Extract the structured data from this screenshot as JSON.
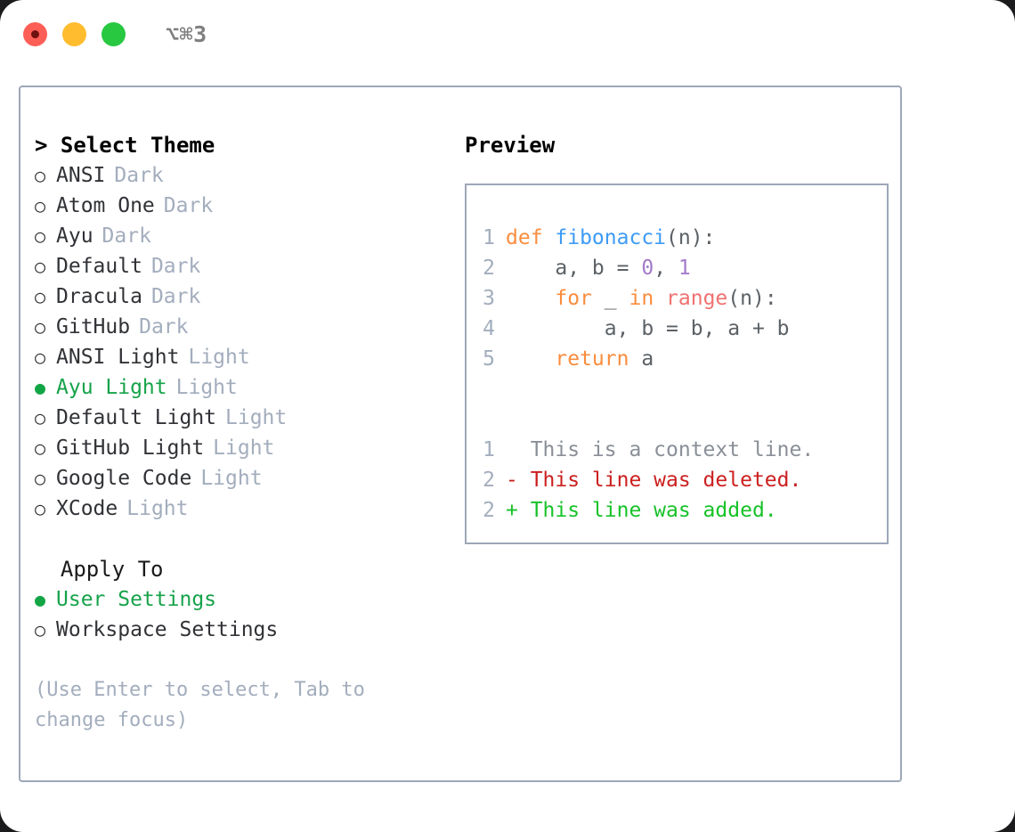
{
  "titlebar": {
    "shortcut": "⌥⌘3",
    "lights": [
      {
        "name": "close",
        "color": "#fd5f57"
      },
      {
        "name": "minimize",
        "color": "#febc2e"
      },
      {
        "name": "maximize",
        "color": "#28c840"
      }
    ]
  },
  "theme_section": {
    "title": "> Select Theme",
    "options": [
      {
        "label": "ANSI",
        "tag": "Dark",
        "marker": "○",
        "selected": false
      },
      {
        "label": "Atom One",
        "tag": "Dark",
        "marker": "○",
        "selected": false
      },
      {
        "label": "Ayu",
        "tag": "Dark",
        "marker": "○",
        "selected": false
      },
      {
        "label": "Default",
        "tag": "Dark",
        "marker": "○",
        "selected": false
      },
      {
        "label": "Dracula",
        "tag": "Dark",
        "marker": "○",
        "selected": false
      },
      {
        "label": "GitHub",
        "tag": "Dark",
        "marker": "○",
        "selected": false
      },
      {
        "label": "ANSI Light",
        "tag": "Light",
        "marker": "○",
        "selected": false
      },
      {
        "label": "Ayu Light",
        "tag": "Light",
        "marker": "●",
        "selected": true
      },
      {
        "label": "Default Light",
        "tag": "Light",
        "marker": "○",
        "selected": false
      },
      {
        "label": "GitHub Light",
        "tag": "Light",
        "marker": "○",
        "selected": false
      },
      {
        "label": "Google Code",
        "tag": "Light",
        "marker": "○",
        "selected": false
      },
      {
        "label": "XCode",
        "tag": "Light",
        "marker": "○",
        "selected": false
      }
    ]
  },
  "apply_section": {
    "title": "  Apply To",
    "options": [
      {
        "label": "User Settings",
        "marker": "●",
        "selected": true
      },
      {
        "label": "Workspace Settings",
        "marker": "○",
        "selected": false
      }
    ]
  },
  "hint": "(Use Enter to select, Tab to change focus)",
  "preview": {
    "title": "Preview",
    "code_lines": [
      {
        "no": "1",
        "tokens": [
          {
            "t": "def ",
            "c": "tok-kw"
          },
          {
            "t": "fibonacci",
            "c": "tok-fn"
          },
          {
            "t": "(n):",
            "c": "tok-punc"
          }
        ]
      },
      {
        "no": "2",
        "tokens": [
          {
            "t": "    a, b = ",
            "c": "tok-plain"
          },
          {
            "t": "0",
            "c": "tok-num"
          },
          {
            "t": ", ",
            "c": "tok-plain"
          },
          {
            "t": "1",
            "c": "tok-num"
          }
        ]
      },
      {
        "no": "3",
        "tokens": [
          {
            "t": "    ",
            "c": "tok-plain"
          },
          {
            "t": "for",
            "c": "tok-kw"
          },
          {
            "t": " _ ",
            "c": "tok-plain"
          },
          {
            "t": "in",
            "c": "tok-kw"
          },
          {
            "t": " ",
            "c": "tok-plain"
          },
          {
            "t": "range",
            "c": "tok-built"
          },
          {
            "t": "(n):",
            "c": "tok-punc"
          }
        ]
      },
      {
        "no": "4",
        "tokens": [
          {
            "t": "        a, b = b, a + b",
            "c": "tok-plain"
          }
        ]
      },
      {
        "no": "5",
        "tokens": [
          {
            "t": "    ",
            "c": "tok-plain"
          },
          {
            "t": "return",
            "c": "tok-kw"
          },
          {
            "t": " a",
            "c": "tok-plain"
          }
        ]
      }
    ],
    "diff_lines": [
      {
        "no": "1",
        "text": "  This is a context line.",
        "c": "diff-ctx"
      },
      {
        "no": "2",
        "text": "- This line was deleted.",
        "c": "diff-del"
      },
      {
        "no": "2",
        "text": "+ This line was added.",
        "c": "diff-add"
      }
    ]
  },
  "colors": {
    "accent_green": "#16a34a",
    "border": "#9ea7b8",
    "muted": "#a3adbd",
    "keyword": "#fa8d3e",
    "function": "#3d9bf5",
    "number": "#a37acc",
    "builtin": "#f07171",
    "diff_delete": "#cc1f1f",
    "diff_add": "#17c228"
  }
}
